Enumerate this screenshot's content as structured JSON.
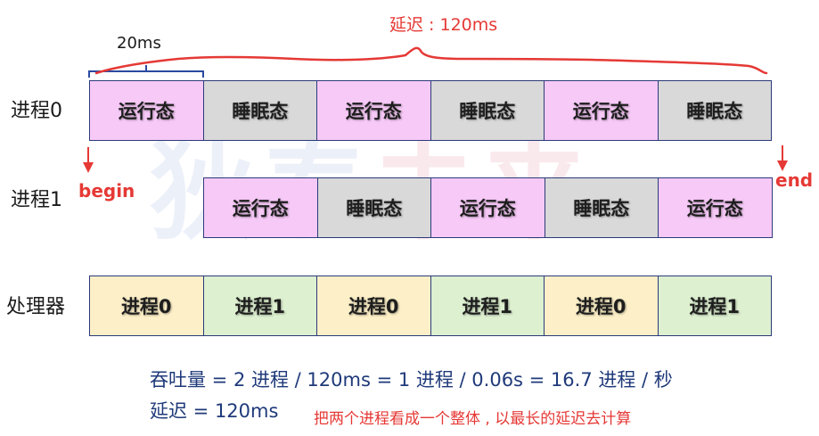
{
  "latency_top": "延迟 : 120ms",
  "interval_label": "20ms",
  "begin_label": "begin",
  "end_label": "end",
  "watermark": {
    "part1": "狄泰",
    "part2": "未来"
  },
  "rows": {
    "proc0": {
      "label": "进程0",
      "cells": [
        {
          "text": "运行态",
          "color": "#f7c9f7"
        },
        {
          "text": "睡眠态",
          "color": "#d9d9d9"
        },
        {
          "text": "运行态",
          "color": "#f7c9f7"
        },
        {
          "text": "睡眠态",
          "color": "#d9d9d9"
        },
        {
          "text": "运行态",
          "color": "#f7c9f7"
        },
        {
          "text": "睡眠态",
          "color": "#d9d9d9"
        }
      ]
    },
    "proc1": {
      "label": "进程1",
      "cells": [
        {
          "text": "运行态",
          "color": "#f7c9f7"
        },
        {
          "text": "睡眠态",
          "color": "#d9d9d9"
        },
        {
          "text": "运行态",
          "color": "#f7c9f7"
        },
        {
          "text": "睡眠态",
          "color": "#d9d9d9"
        },
        {
          "text": "运行态",
          "color": "#f7c9f7"
        }
      ]
    },
    "cpu": {
      "label": "处理器",
      "cells": [
        {
          "text": "进程0",
          "color": "#fdf0c8"
        },
        {
          "text": "进程1",
          "color": "#ddf0d0"
        },
        {
          "text": "进程0",
          "color": "#fdf0c8"
        },
        {
          "text": "进程1",
          "color": "#ddf0d0"
        },
        {
          "text": "进程0",
          "color": "#fdf0c8"
        },
        {
          "text": "进程1",
          "color": "#ddf0d0"
        }
      ]
    }
  },
  "formula": {
    "throughput_line": "吞吐量 = 2 进程 / 120ms =  1 进程 / 0.06s = 16.7 进程 / 秒",
    "latency_line": "延迟 = 120ms",
    "note": "把两个进程看成一个整体 , 以最长的延迟去计算"
  },
  "colors": {
    "red": "#e53935",
    "border": "#2b3a7a",
    "formula_blue": "#1f3a7a"
  }
}
